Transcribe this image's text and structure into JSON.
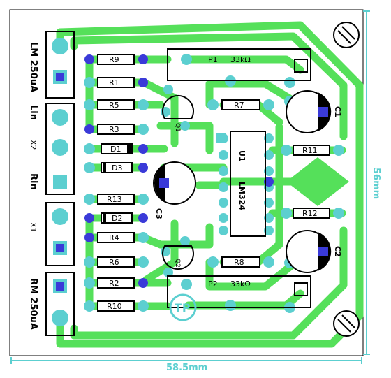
{
  "board": {
    "colors": {
      "copper": "#55e05a",
      "pad": "#5ccfd0",
      "via": "#3a3ad8",
      "silk": "#000000",
      "dim": "#5ccfd0"
    },
    "dimensions": {
      "width_label": "58.5mm",
      "height_label": "56mm"
    }
  },
  "labels": {
    "resistors": [
      "R9",
      "R1",
      "R5",
      "R3",
      "R13",
      "R4",
      "R6",
      "R2",
      "R10",
      "R7",
      "R11",
      "R12",
      "R8"
    ],
    "diodes": [
      "D1",
      "D3",
      "D2"
    ],
    "capacitors": [
      "C1",
      "C2",
      "C3"
    ],
    "transistors": [
      "Q1",
      "Q2"
    ],
    "pots": [
      "P1",
      "P2"
    ],
    "pot_value": "33kΩ",
    "ic": [
      "U1",
      "LM324"
    ],
    "connectors": [
      "LM 250uA",
      "Lin",
      "Rin",
      "RM 250uA"
    ],
    "conn_refs": [
      "X2",
      "X1"
    ],
    "logo": "TP"
  }
}
